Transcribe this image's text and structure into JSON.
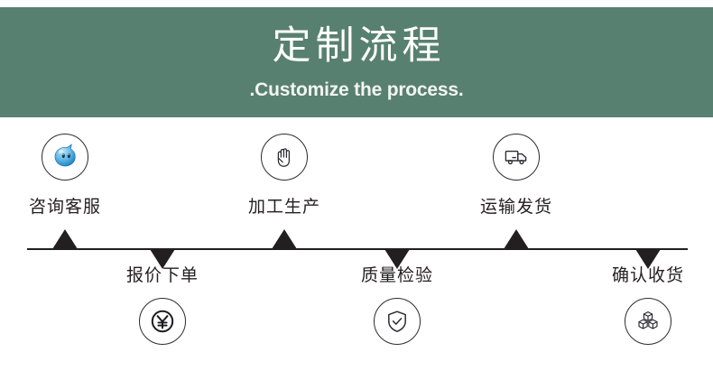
{
  "header": {
    "title": "定制流程",
    "subtitle": ".Customize the process.",
    "band_color": "#588070",
    "title_color": "#ffffff"
  },
  "timeline": {
    "line_color": "#231f20",
    "marker_color": "#231f20",
    "steps": [
      {
        "index": 1,
        "label": "咨询客服",
        "icon": "qq-chat-bubble-icon",
        "position": "top",
        "marker": "triangle-up"
      },
      {
        "index": 2,
        "label": "报价下单",
        "icon": "yuan-currency-icon",
        "position": "bottom",
        "marker": "triangle-down"
      },
      {
        "index": 3,
        "label": "加工生产",
        "icon": "hand-palm-icon",
        "position": "top",
        "marker": "triangle-up"
      },
      {
        "index": 4,
        "label": "质量检验",
        "icon": "shield-check-icon",
        "position": "bottom",
        "marker": "triangle-down"
      },
      {
        "index": 5,
        "label": "运输发货",
        "icon": "delivery-truck-icon",
        "position": "top",
        "marker": "triangle-up"
      },
      {
        "index": 6,
        "label": "确认收货",
        "icon": "stacked-boxes-icon",
        "position": "bottom",
        "marker": "triangle-down"
      }
    ]
  }
}
